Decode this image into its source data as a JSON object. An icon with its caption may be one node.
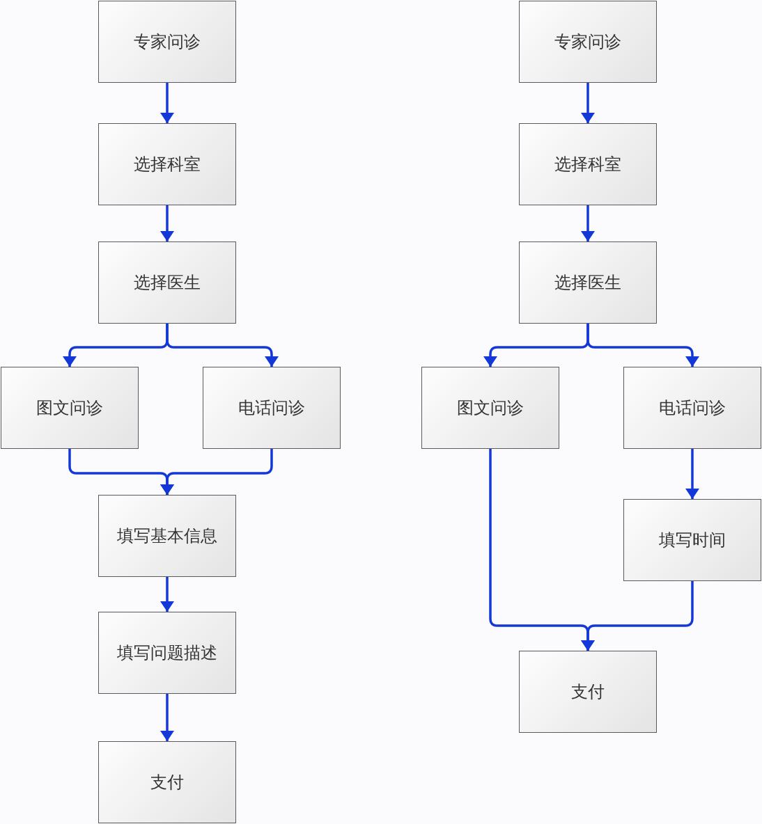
{
  "diagram": {
    "nodes": [
      {
        "text": [
          "专家问诊"
        ]
      },
      {
        "text": [
          "选择科室"
        ]
      },
      {
        "text": [
          "选择医生"
        ]
      },
      {
        "text": [
          "图文问诊"
        ]
      },
      {
        "text": [
          "电话问诊"
        ]
      },
      {
        "text": [
          "填写基本信息"
        ]
      },
      {
        "text": [
          "填写问题描述"
        ]
      },
      {
        "text": [
          "支付"
        ]
      },
      {
        "text": [
          "专家问诊"
        ]
      },
      {
        "text": [
          "选择科室"
        ]
      },
      {
        "text": [
          "选择医生"
        ]
      },
      {
        "text": [
          "图文问诊"
        ]
      },
      {
        "text": [
          "电话问诊"
        ]
      },
      {
        "text": [
          "填写时间"
        ]
      },
      {
        "text": [
          "支付"
        ]
      }
    ],
    "edges": [
      {
        "from": 0,
        "to": 1,
        "arrow": "to"
      },
      {
        "from": 1,
        "to": 2,
        "arrow": "to"
      },
      {
        "from": 2,
        "to": 3,
        "arrow": "to"
      },
      {
        "from": 2,
        "to": 4,
        "arrow": "to"
      },
      {
        "from": 3,
        "to": 5,
        "arrow": "to"
      },
      {
        "from": 4,
        "to": 5,
        "arrow": "to"
      },
      {
        "from": 5,
        "to": 6,
        "arrow": "to"
      },
      {
        "from": 6,
        "to": 7,
        "arrow": "to"
      },
      {
        "from": 8,
        "to": 9,
        "arrow": "to"
      },
      {
        "from": 9,
        "to": 10,
        "arrow": "to"
      },
      {
        "from": 10,
        "to": 11,
        "arrow": "to"
      },
      {
        "from": 10,
        "to": 12,
        "arrow": "to"
      },
      {
        "from": 11,
        "to": 14,
        "arrow": "to"
      },
      {
        "from": 12,
        "to": 13,
        "arrow": "to"
      },
      {
        "from": 13,
        "to": 14,
        "arrow": "to"
      }
    ]
  }
}
